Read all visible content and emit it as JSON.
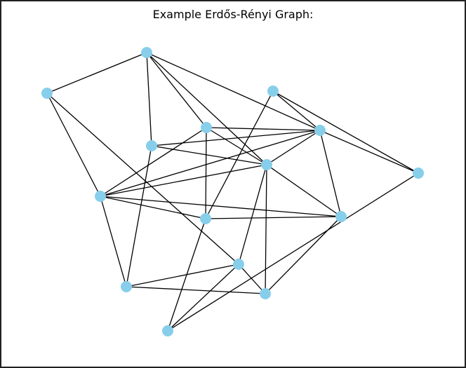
{
  "figure": {
    "title": "Example Erdős-Rényi Graph:"
  },
  "graph": {
    "node_color": "#87ceeb",
    "edge_color": "#000000",
    "nodes": [
      "n0",
      "n1",
      "n2",
      "n3",
      "n4",
      "n5",
      "n6",
      "n7",
      "n8",
      "n9",
      "n10",
      "n11",
      "n12",
      "n13",
      "n14"
    ],
    "edges": [
      [
        "n0",
        "n1"
      ],
      [
        "n0",
        "n3"
      ],
      [
        "n0",
        "n4"
      ],
      [
        "n0",
        "n5"
      ],
      [
        "n0",
        "n6"
      ],
      [
        "n1",
        "n7"
      ],
      [
        "n1",
        "n11"
      ],
      [
        "n2",
        "n5"
      ],
      [
        "n2",
        "n8"
      ],
      [
        "n2",
        "n10"
      ],
      [
        "n3",
        "n5"
      ],
      [
        "n3",
        "n6"
      ],
      [
        "n3",
        "n7"
      ],
      [
        "n3",
        "n8"
      ],
      [
        "n4",
        "n5"
      ],
      [
        "n4",
        "n6"
      ],
      [
        "n4",
        "n12"
      ],
      [
        "n5",
        "n6"
      ],
      [
        "n5",
        "n7"
      ],
      [
        "n5",
        "n9"
      ],
      [
        "n5",
        "n10"
      ],
      [
        "n6",
        "n7"
      ],
      [
        "n6",
        "n9"
      ],
      [
        "n6",
        "n11"
      ],
      [
        "n6",
        "n13"
      ],
      [
        "n7",
        "n8"
      ],
      [
        "n7",
        "n12"
      ],
      [
        "n7",
        "n9"
      ],
      [
        "n8",
        "n9"
      ],
      [
        "n8",
        "n14"
      ],
      [
        "n9",
        "n13"
      ],
      [
        "n10",
        "n14"
      ],
      [
        "n11",
        "n12"
      ],
      [
        "n11",
        "n13"
      ],
      [
        "n11",
        "n14"
      ],
      [
        "n12",
        "n13"
      ]
    ]
  }
}
